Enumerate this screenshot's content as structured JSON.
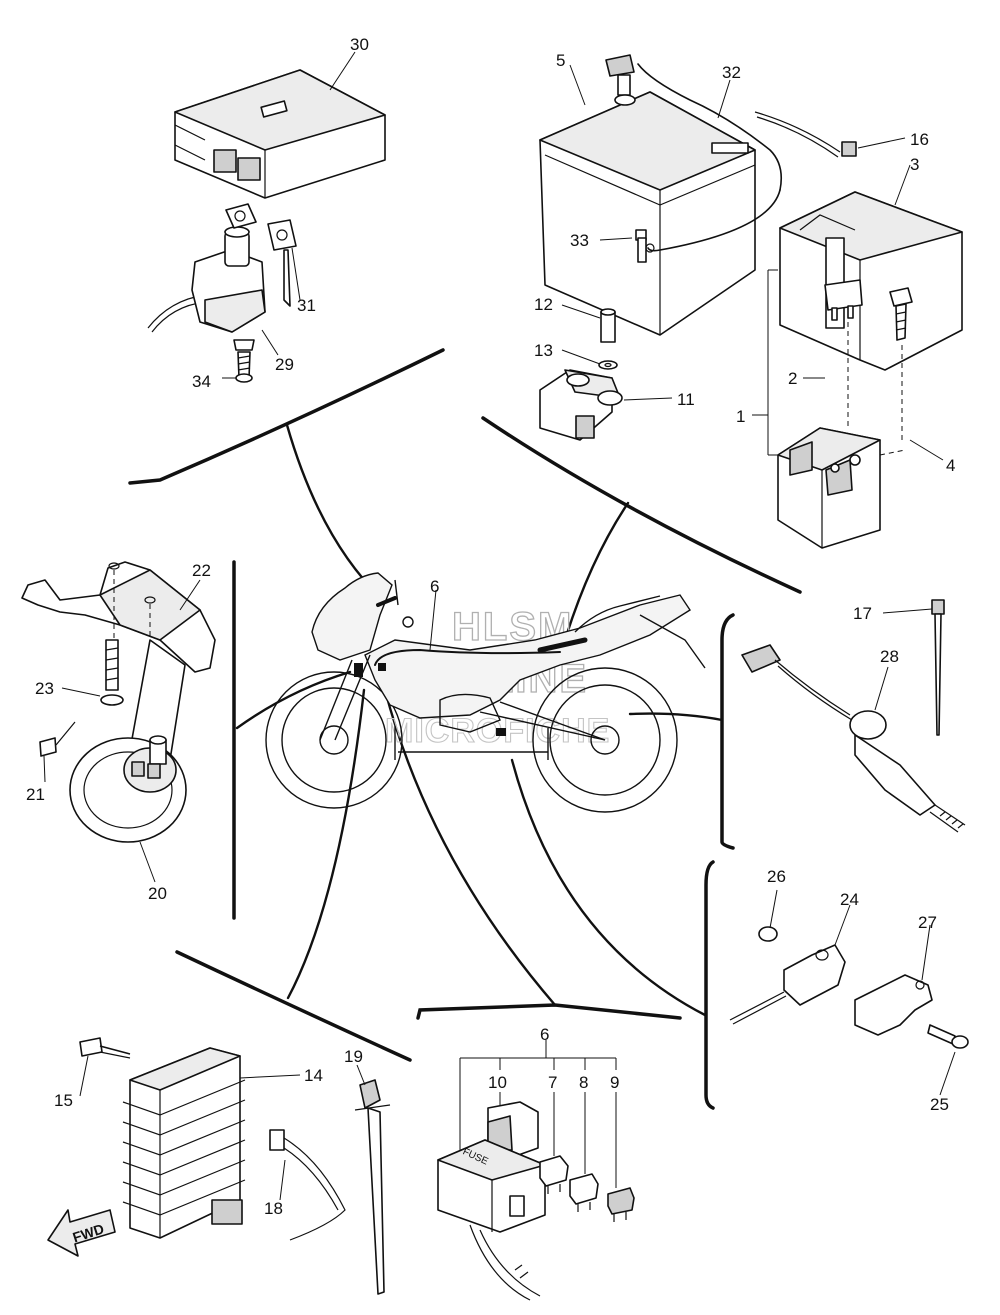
{
  "watermark": {
    "line1": "HLSM",
    "line2": "ONLINE",
    "line3": "MICROFICHE"
  },
  "fuse_label": "FUSE",
  "fwd_label": "FWD",
  "callouts": {
    "c1": "1",
    "c2": "2",
    "c3": "3",
    "c4": "4",
    "c5": "5",
    "c6a": "6",
    "c6b": "6",
    "c7": "7",
    "c8": "8",
    "c9": "9",
    "c10": "10",
    "c11": "11",
    "c12": "12",
    "c13": "13",
    "c14": "14",
    "c15": "15",
    "c16": "16",
    "c17": "17",
    "c18": "18",
    "c19": "19",
    "c20": "20",
    "c21": "21",
    "c22": "22",
    "c23": "23",
    "c24": "24",
    "c25": "25",
    "c26": "26",
    "c27": "27",
    "c28": "28",
    "c29": "29",
    "c30": "30",
    "c31": "31",
    "c32": "32",
    "c33": "33",
    "c34": "34"
  }
}
